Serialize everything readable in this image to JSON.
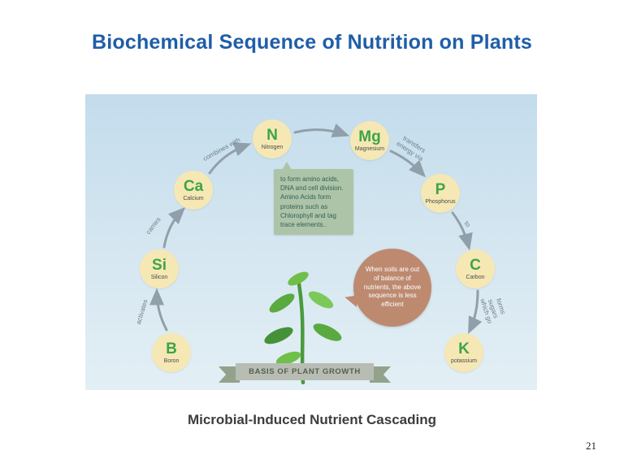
{
  "slide": {
    "title": "Biochemical Sequence of Nutrition on Plants",
    "caption": "Microbial-Induced Nutrient Cascading",
    "page_number": "21"
  },
  "diagram": {
    "elements": {
      "boron": {
        "symbol": "B",
        "name": "Boron"
      },
      "silicon": {
        "symbol": "Si",
        "name": "Silicon"
      },
      "calcium": {
        "symbol": "Ca",
        "name": "Calcium"
      },
      "nitrogen": {
        "symbol": "N",
        "name": "Nitrogen"
      },
      "magnesium": {
        "symbol": "Mg",
        "name": "Magnesium"
      },
      "phosphorus": {
        "symbol": "P",
        "name": "Phosphorus"
      },
      "carbon": {
        "symbol": "C",
        "name": "Carbon"
      },
      "potassium": {
        "symbol": "K",
        "name": "potassium"
      }
    },
    "flow_labels": {
      "b_to_si": "activates",
      "si_to_ca": "carries",
      "ca_to_n": "combines with",
      "mg_to_p": "transfers energy via",
      "p_to_c": "to",
      "c_to_k": "forms sugars which go"
    },
    "nitrogen_note": "to form amino acids, DNA and cell division. Amino Acids form proteins such as Chlorophyll and tag trace elements..",
    "soil_note": "When soils are out of balance of nutrients, the above sequence is less efficient",
    "ribbon_label": "BASIS OF PLANT GROWTH"
  },
  "colors": {
    "title_blue": "#1f5ea8",
    "element_circle_cream": "#f6e8b4",
    "element_symbol_green": "#3da44a",
    "arrow_gray": "#90a0ab",
    "note_green_bg": "#aec4a8",
    "note_green_text": "#2f6156",
    "soil_note_bg": "#bd8a70",
    "ribbon_gray": "#b7bdb3",
    "plant_green": "#5aaa3f",
    "diagram_bg_top": "#c3dcec",
    "diagram_bg_bottom": "#e3eff5"
  }
}
